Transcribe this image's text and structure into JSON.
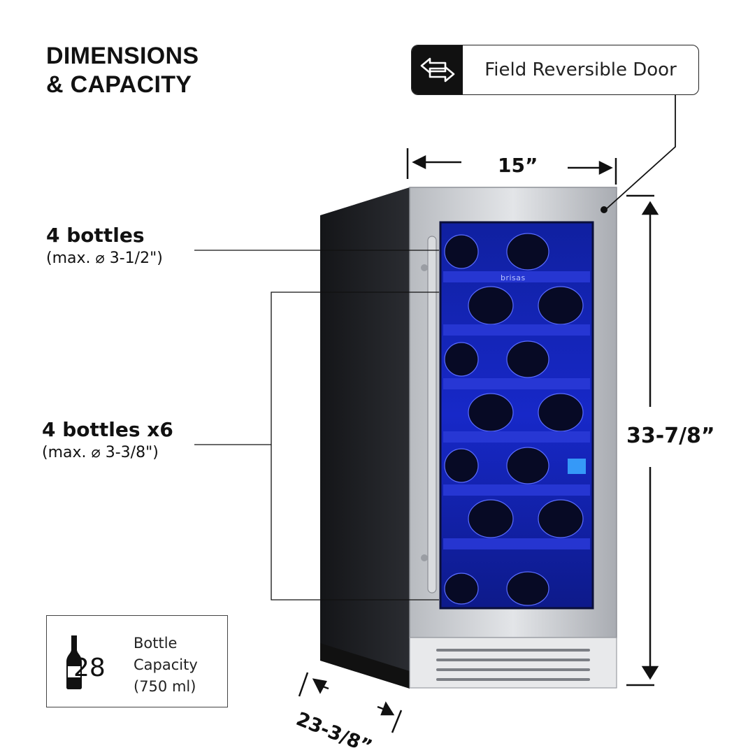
{
  "title": {
    "line1": "DIMENSIONS",
    "line2": "& CAPACITY"
  },
  "door_feature": {
    "label": "Field Reversible Door",
    "icon": "swap-arrows-icon"
  },
  "dimensions": {
    "width": "15”",
    "height": "33-7/8”",
    "depth": "23-3/8”"
  },
  "shelves": {
    "top": {
      "count": "4 bottles",
      "note": "(max. ⌀ 3-1/2\")"
    },
    "rest": {
      "count": "4 bottles x6",
      "note": "(max. ⌀ 3-3/8\")"
    }
  },
  "capacity": {
    "number": "28",
    "label_lines": [
      "Bottle",
      "Capacity",
      "(750 ml)"
    ],
    "icon": "wine-bottle-icon"
  },
  "product": {
    "brand": "brisas"
  },
  "colors": {
    "accent": "#111111",
    "interior_glow": "#1a2bd6",
    "steel": "#c9ccd1",
    "cabinet": "#1c1d21"
  }
}
